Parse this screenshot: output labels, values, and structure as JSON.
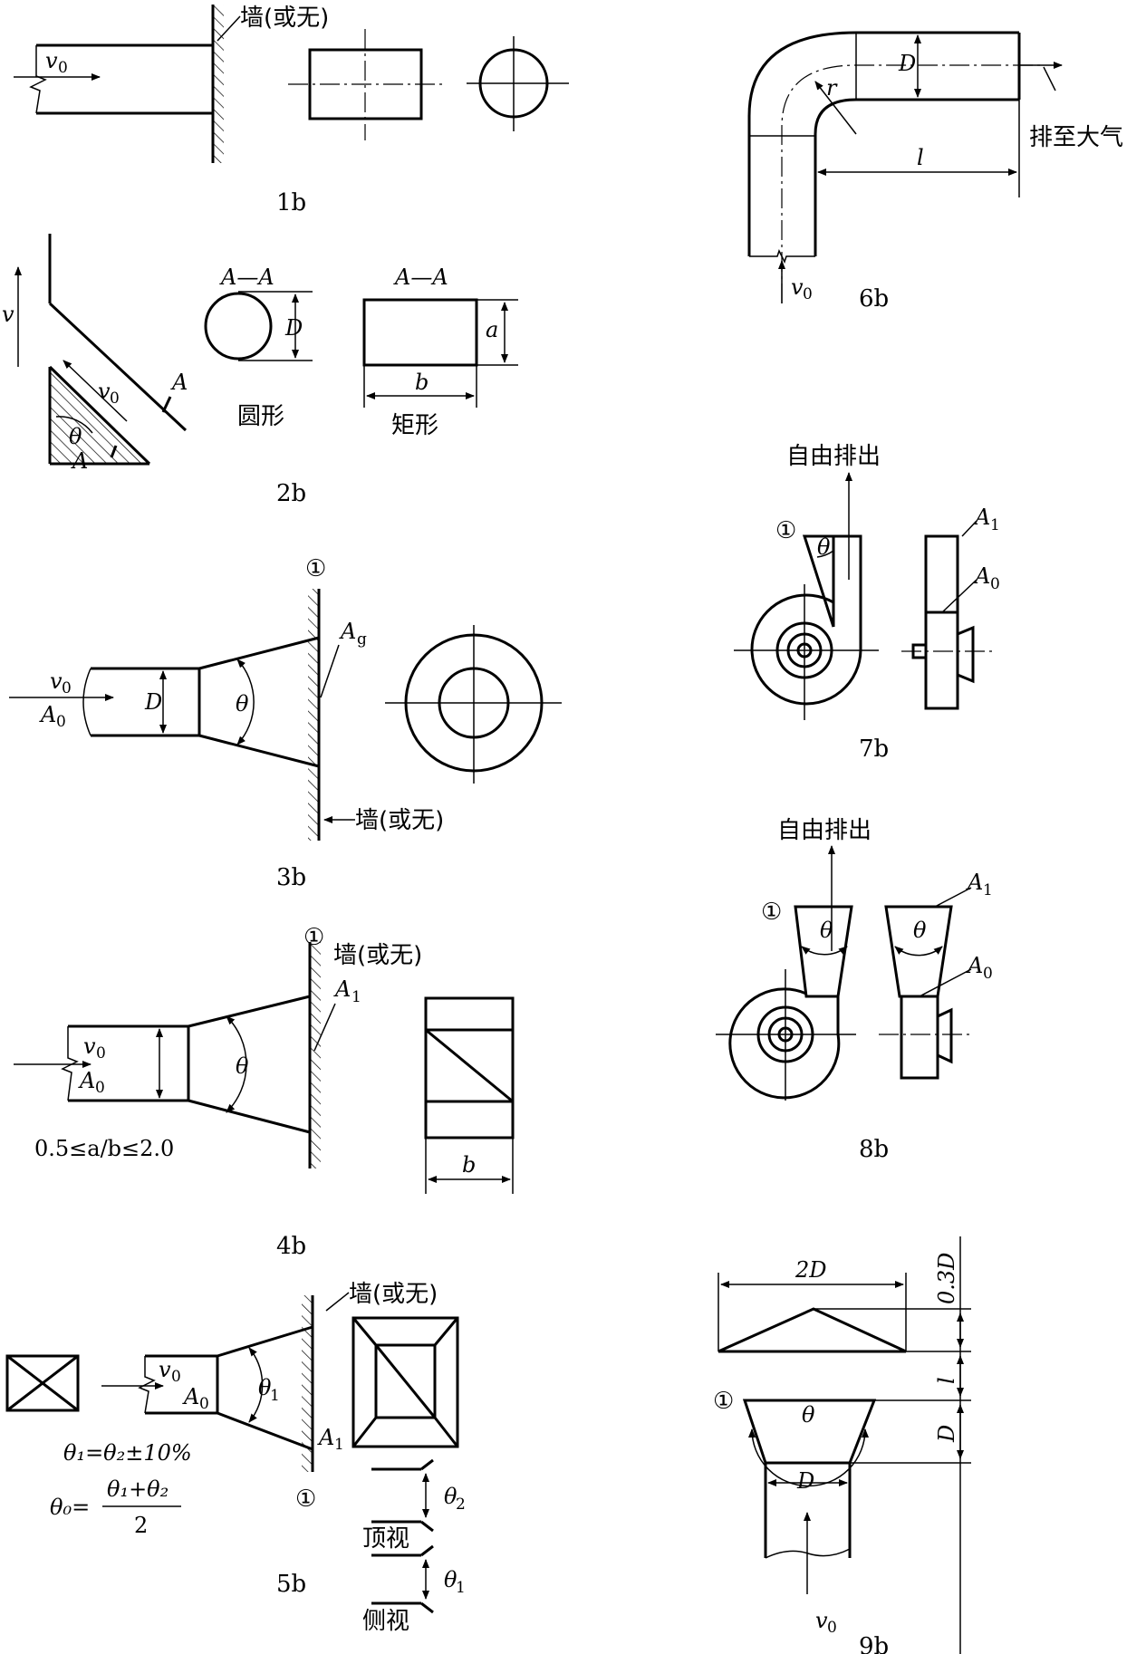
{
  "wall": "墙(或无)",
  "free_exhaust": "自由排出",
  "to_atmosphere": "排至大气",
  "section_aa": "A—A",
  "round": "圆形",
  "rect": "矩形",
  "top_view": "顶视",
  "side_view": "侧视",
  "point_1": "①",
  "sym": {
    "v": "v",
    "v0": "v",
    "A": "A",
    "A0": "A",
    "A1": "A",
    "Ag": "A",
    "D": "D",
    "a": "a",
    "b": "b",
    "l": "l",
    "r": "r",
    "theta": "θ",
    "theta1": "θ",
    "theta2": "θ",
    "twoD": "2D",
    "p3D": "0.3D",
    "sub0": "0",
    "sub1": "1",
    "sub2": "2",
    "subg": "g"
  },
  "formulas": {
    "ab_ratio": "0.5≤a/b≤2.0",
    "theta_rel": "θ₁=θ₂±10%",
    "theta0_lhs": "θ₀=",
    "theta0_num": "θ₁+θ₂",
    "theta0_den": "2"
  },
  "captions": [
    "1b",
    "2b",
    "3b",
    "4b",
    "5b",
    "6b",
    "7b",
    "8b",
    "9b"
  ]
}
